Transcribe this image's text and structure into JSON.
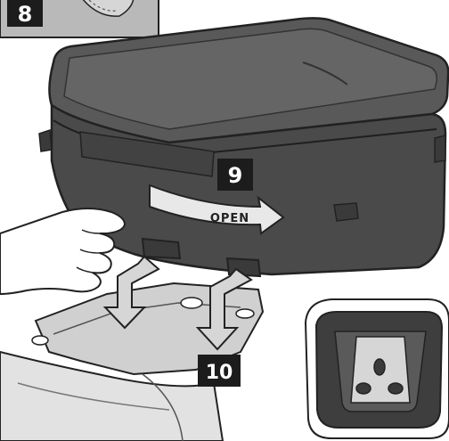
{
  "steps": {
    "step_8": "8",
    "step_9": "9",
    "step_10": "10"
  },
  "arrow_label": "OPEN",
  "colors": {
    "case_body": "#4a4a4a",
    "case_top": "#5a5a5a",
    "case_edge": "#262626",
    "badge_bg": "#1c1c1c",
    "badge_text": "#ffffff",
    "arrow_fill": "#e8e8e8",
    "rack_fill": "#cfcfcf",
    "inset_bg": "#ffffff",
    "outline": "#222222"
  },
  "icons": [
    "hand-icon",
    "rotate-arrow-icon",
    "down-arrow-icon"
  ]
}
